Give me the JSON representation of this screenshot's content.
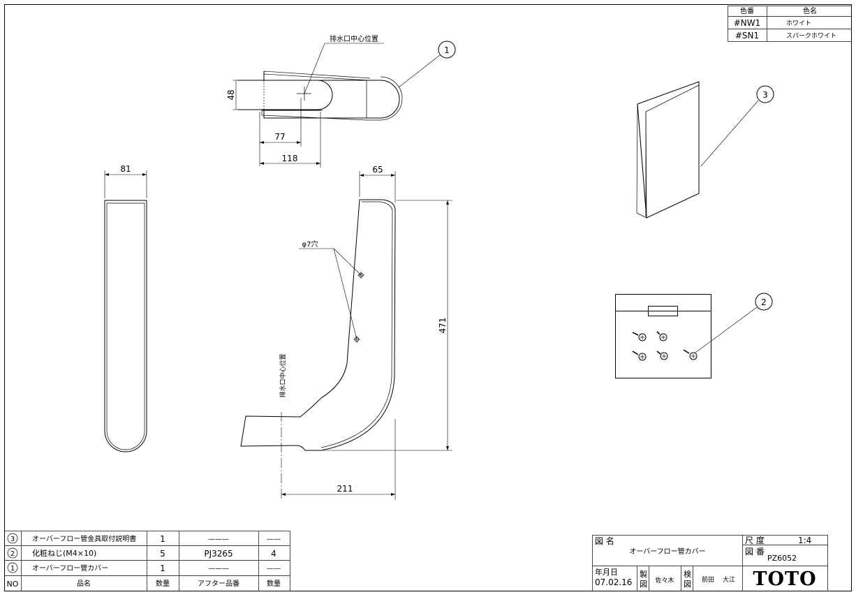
{
  "color_table": {
    "headers": [
      "色番",
      "色名"
    ],
    "rows": [
      {
        "code": "#NW1",
        "name": "ホワイト"
      },
      {
        "code": "#SN1",
        "name": "スパークホワイト"
      }
    ]
  },
  "dimensions": {
    "d48": "48",
    "d77": "77",
    "d118": "118",
    "d81": "81",
    "d65": "65",
    "d471": "471",
    "d211": "211"
  },
  "annotations": {
    "drain_center_top": "排水口中心位置",
    "drain_center_side": "排水口中心位置",
    "hole": "φ7穴"
  },
  "balloons": {
    "b1": "1",
    "b2": "2",
    "b3": "3"
  },
  "parts_list": {
    "headers": {
      "no": "NO",
      "name": "品名",
      "qty": "数量",
      "after": "アフター品番",
      "after_qty": "数量"
    },
    "rows": [
      {
        "no": "3",
        "name": "オーバーフロー管金具取付説明書",
        "qty": "1",
        "after": "———",
        "after_qty": "——"
      },
      {
        "no": "2",
        "name": "化粧ねじ(M4×10)",
        "qty": "5",
        "after": "PJ3265",
        "after_qty": "4"
      },
      {
        "no": "1",
        "name": "オーバーフロー管カバー",
        "qty": "1",
        "after": "———",
        "after_qty": "——"
      }
    ]
  },
  "title_block": {
    "drawing_name_label": "図 名",
    "drawing_name": "オーバーフロー管カバー",
    "scale_label": "尺 度",
    "scale": "1:4",
    "number_label": "図 番",
    "number": "PZ6052",
    "date_label": "年月日",
    "date": "07.02.16",
    "drawn_label_1": "製",
    "drawn_label_2": "図",
    "drawn_by": "佐々木",
    "check_label_1": "検",
    "check_label_2": "図",
    "checked_by_1": "前田",
    "checked_by_2": "大江",
    "logo": "TOTO"
  }
}
